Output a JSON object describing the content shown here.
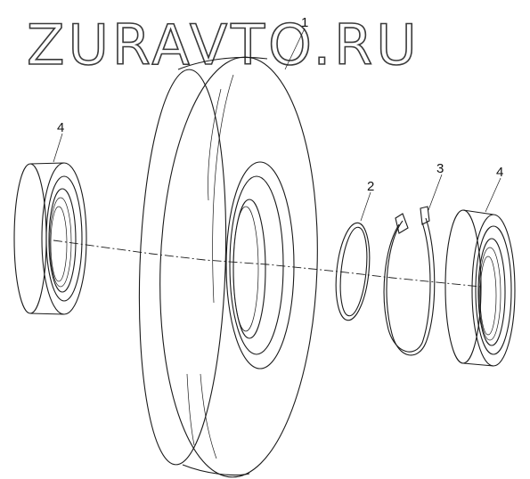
{
  "watermark": "ZURAVTO.RU",
  "corner_mark": "",
  "callouts": {
    "pulley": "1",
    "spacer_ring": "2",
    "retaining_ring": "3",
    "bearing_left": "4",
    "bearing_right": "4"
  }
}
